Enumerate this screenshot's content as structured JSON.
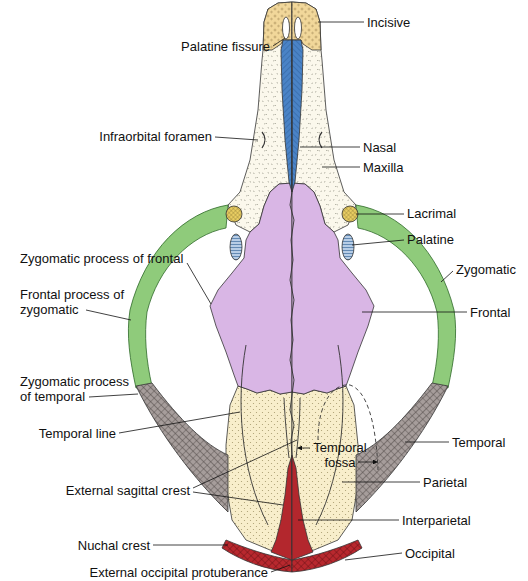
{
  "diagram": {
    "labels": [
      "Incisive",
      "Palatine fissure",
      "Infraorbital foramen",
      "Nasal",
      "Maxilla",
      "Lacrimal",
      "Palatine",
      "Zygomatic process of frontal",
      "Zygomatic",
      "Frontal process of zygomatic",
      "Frontal",
      "Zygomatic process of temporal",
      "Temporal line",
      "Temporal",
      "Temporal fossa",
      "Parietal",
      "External sagittal crest",
      "Interparietal",
      "Nuchal crest",
      "Occipital",
      "External occipital protuberance"
    ]
  }
}
